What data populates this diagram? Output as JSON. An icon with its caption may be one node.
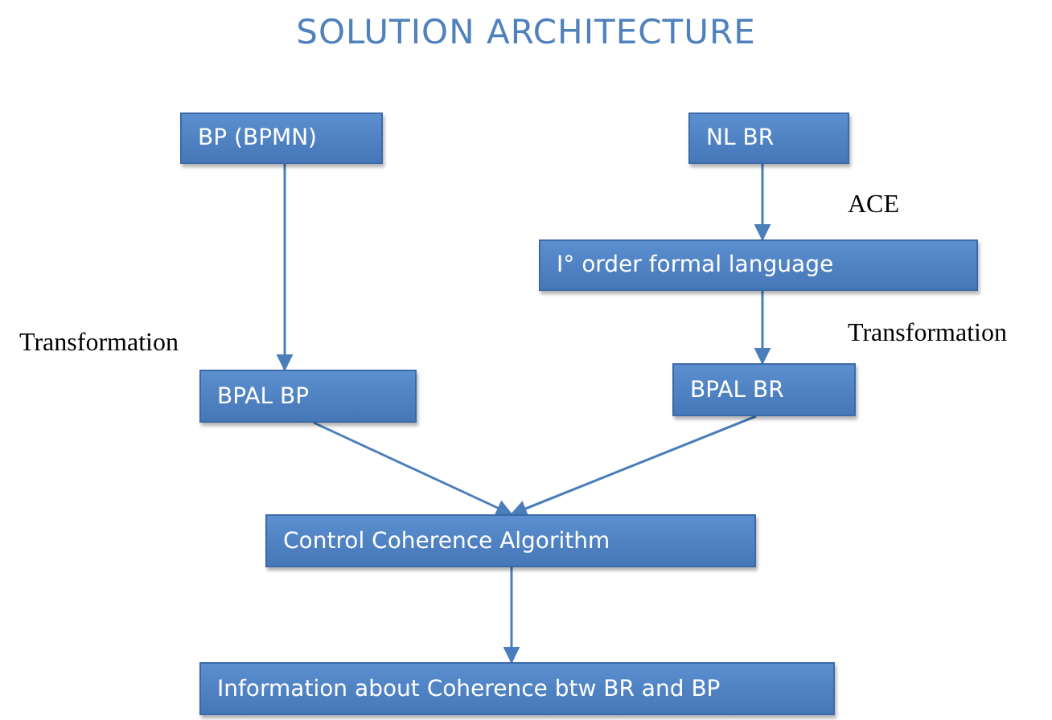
{
  "diagram": {
    "title": "SOLUTION ARCHITECTURE",
    "nodes": [
      {
        "text": [
          "BP (BPMN)"
        ]
      },
      {
        "text": [
          "NL BR"
        ]
      },
      {
        "text": [
          "I° order formal language"
        ]
      },
      {
        "text": [
          "BPAL BP"
        ]
      },
      {
        "text": [
          "BPAL BR"
        ]
      },
      {
        "text": [
          "Control Coherence Algorithm"
        ]
      },
      {
        "text": [
          "Information about Coherence btw BR and BP"
        ]
      }
    ],
    "edges": [
      {
        "from": 0,
        "to": 3,
        "arrow": "to"
      },
      {
        "from": 1,
        "to": 2,
        "arrow": "to"
      },
      {
        "from": 2,
        "to": 4,
        "arrow": "to"
      },
      {
        "from": 3,
        "to": 5,
        "arrow": "to"
      },
      {
        "from": 4,
        "to": 5,
        "arrow": "to"
      },
      {
        "from": 5,
        "to": 6,
        "arrow": "to"
      }
    ],
    "labels": [
      "ACE",
      "Transformation",
      "Transformation"
    ]
  }
}
